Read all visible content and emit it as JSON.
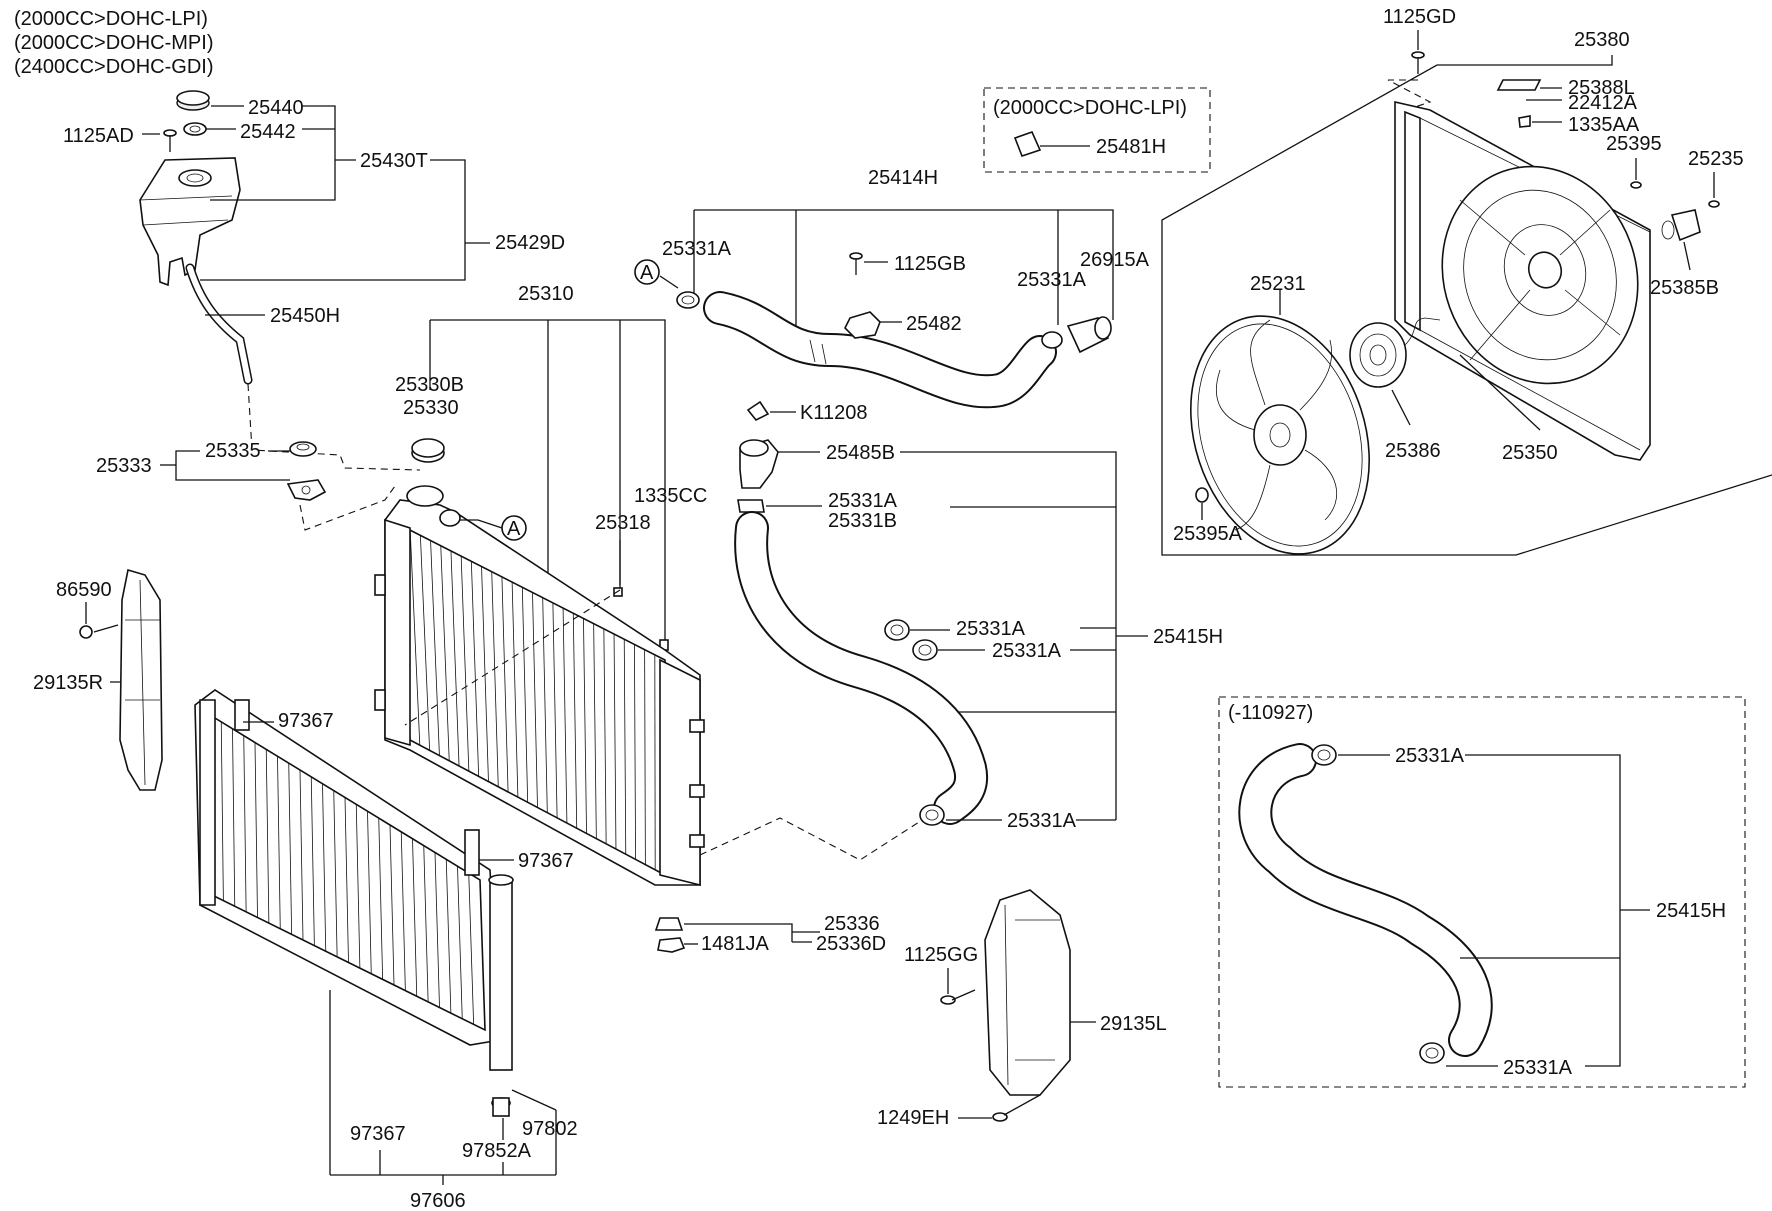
{
  "notes": {
    "engine_1": "(2000CC>DOHC-LPI)",
    "engine_2": "(2000CC>DOHC-MPI)",
    "engine_3": "(2400CC>DOHC-GDI)",
    "lpi_box": "(2000CC>DOHC-LPI)",
    "date_box": "(-110927)"
  },
  "refs": {
    "a1": "A",
    "a2": "A"
  },
  "parts": {
    "p1125AD": "1125AD",
    "p25440": "25440",
    "p25442": "25442",
    "p25430T": "25430T",
    "p25429D": "25429D",
    "p25450H": "25450H",
    "p25335": "25335",
    "p25333": "25333",
    "p25310": "25310",
    "p25330B": "25330B",
    "p25330": "25330",
    "p25318": "25318",
    "p1335CC": "1335CC",
    "p25414H": "25414H",
    "p25331A_a": "25331A",
    "p1125GB": "1125GB",
    "p25482": "25482",
    "p25331A_b": "25331A",
    "p26915A": "26915A",
    "p25481H": "25481H",
    "pK11208": "K11208",
    "p25485B": "25485B",
    "p25331A_c": "25331A",
    "p25331B": "25331B",
    "p25331A_d": "25331A",
    "p25331A_e": "25331A",
    "p25415H": "25415H",
    "p25331A_f": "25331A",
    "p86590": "86590",
    "p29135R": "29135R",
    "p97367_a": "97367",
    "p97367_b": "97367",
    "p97367_c": "97367",
    "p97802": "97802",
    "p97852A": "97852A",
    "p97606": "97606",
    "p25336": "25336",
    "p1481JA": "1481JA",
    "p25336D": "25336D",
    "p1125GG": "1125GG",
    "p29135L": "29135L",
    "p1249EH": "1249EH",
    "p1125GD": "1125GD",
    "p25380": "25380",
    "p25388L": "25388L",
    "p22412A": "22412A",
    "p1335AA": "1335AA",
    "p25395": "25395",
    "p25235": "25235",
    "p25385B": "25385B",
    "p25231": "25231",
    "p25386": "25386",
    "p25350": "25350",
    "p25395A": "25395A",
    "p25331A_g": "25331A",
    "p25415H_b": "25415H",
    "p25331A_h": "25331A"
  }
}
